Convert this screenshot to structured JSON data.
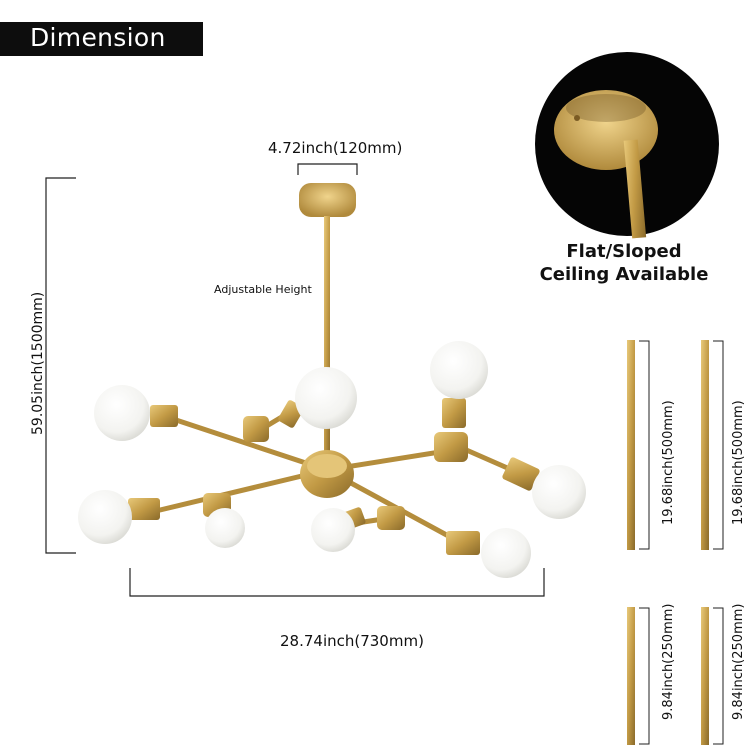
{
  "title": "Dimension",
  "dimensions": {
    "canopy": "4.72inch(120mm)",
    "height": "59.05inch(1500mm)",
    "width": "28.74inch(730mm)",
    "adjustable": "Adjustable Height"
  },
  "ceiling_note": {
    "line1": "Flat/Sloped",
    "line2": "Ceiling Available"
  },
  "rods": [
    {
      "label": "19.68inch(500mm)"
    },
    {
      "label": "19.68inch(500mm)"
    },
    {
      "label": "9.84inch(250mm)"
    },
    {
      "label": "9.84inch(250mm)"
    }
  ],
  "colors": {
    "brass": "#c9a44c",
    "bulb": "#f7f7f5",
    "banner": "#0d0d0d"
  }
}
